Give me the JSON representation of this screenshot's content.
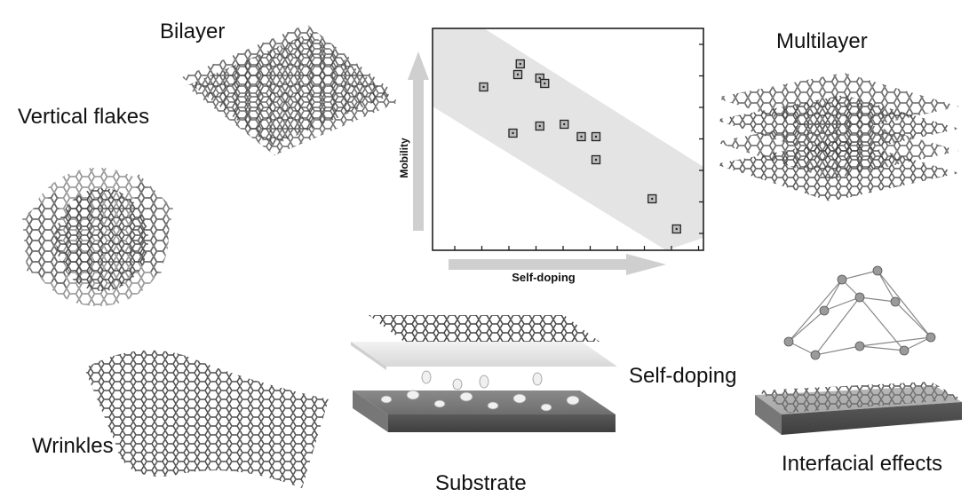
{
  "labels": {
    "bilayer": "Bilayer",
    "vertical_flakes": "Vertical flakes",
    "multilayer": "Multilayer",
    "wrinkles": "Wrinkles",
    "substrate": "Substrate",
    "self_doping": "Self-doping",
    "interfacial_effects": "Interfacial effects"
  },
  "chart_data": {
    "type": "scatter",
    "xlabel": "Self-doping",
    "ylabel": "Mobility",
    "xlim": [
      0,
      10
    ],
    "ylim": [
      0,
      10
    ],
    "grid": false,
    "trend_band": true,
    "colors": {
      "band": "#e4e4e4",
      "arrow": "#cfcfcf",
      "marker": "#222222"
    },
    "points": [
      {
        "x": 1.8,
        "y": 8.5
      },
      {
        "x": 3.3,
        "y": 9.8
      },
      {
        "x": 3.2,
        "y": 9.2
      },
      {
        "x": 4.1,
        "y": 9.0
      },
      {
        "x": 4.3,
        "y": 8.7
      },
      {
        "x": 3.0,
        "y": 5.9
      },
      {
        "x": 4.1,
        "y": 6.3
      },
      {
        "x": 5.1,
        "y": 6.4
      },
      {
        "x": 5.8,
        "y": 5.7
      },
      {
        "x": 6.4,
        "y": 5.7
      },
      {
        "x": 6.4,
        "y": 4.4
      },
      {
        "x": 8.7,
        "y": 2.2
      },
      {
        "x": 9.7,
        "y": 0.5
      }
    ]
  }
}
